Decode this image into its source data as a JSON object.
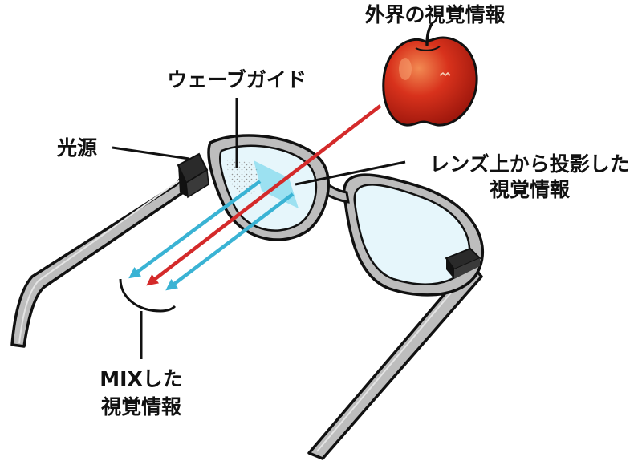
{
  "labels": {
    "external": "外界の視覚情報",
    "waveguide": "ウェーブガイド",
    "light_source": "光源",
    "projected_line1": "レンズ上から投影した",
    "projected_line2": "視覚情報",
    "mix_line1": "MIXした",
    "mix_line2": "視覚情報"
  },
  "colors": {
    "external_light": "#d42a2a",
    "projected_light": "#3ab3d4",
    "lens_tint": "#e6f6fb",
    "frame": "#a8a8a8",
    "apple": "#d8321c"
  },
  "icons": {
    "object": "apple-icon"
  }
}
